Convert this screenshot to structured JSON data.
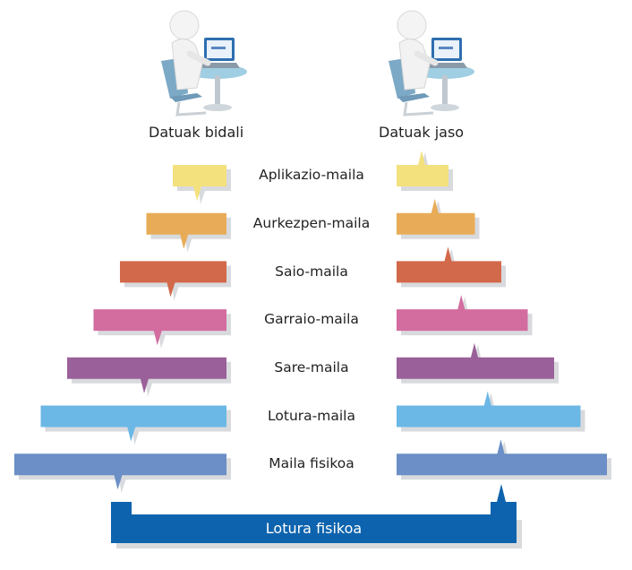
{
  "sender": {
    "caption": "Datuak bidali",
    "icon": "person-at-computer-icon"
  },
  "receiver": {
    "caption": "Datuak jaso",
    "icon": "person-at-computer-icon"
  },
  "layers": [
    {
      "label": "Aplikazio-maila",
      "color": "#f3e17e"
    },
    {
      "label": "Aurkezpen-maila",
      "color": "#e8ac58"
    },
    {
      "label": "Saio-maila",
      "color": "#d2694a"
    },
    {
      "label": "Garraio-maila",
      "color": "#d36c9f"
    },
    {
      "label": "Sare-maila",
      "color": "#9a6099"
    },
    {
      "label": "Lotura-maila",
      "color": "#6bb8e6"
    },
    {
      "label": "Maila fisikoa",
      "color": "#6b8fc6"
    }
  ],
  "physical_link": {
    "label": "Lotura fisikoa",
    "color": "#0d63ad"
  }
}
